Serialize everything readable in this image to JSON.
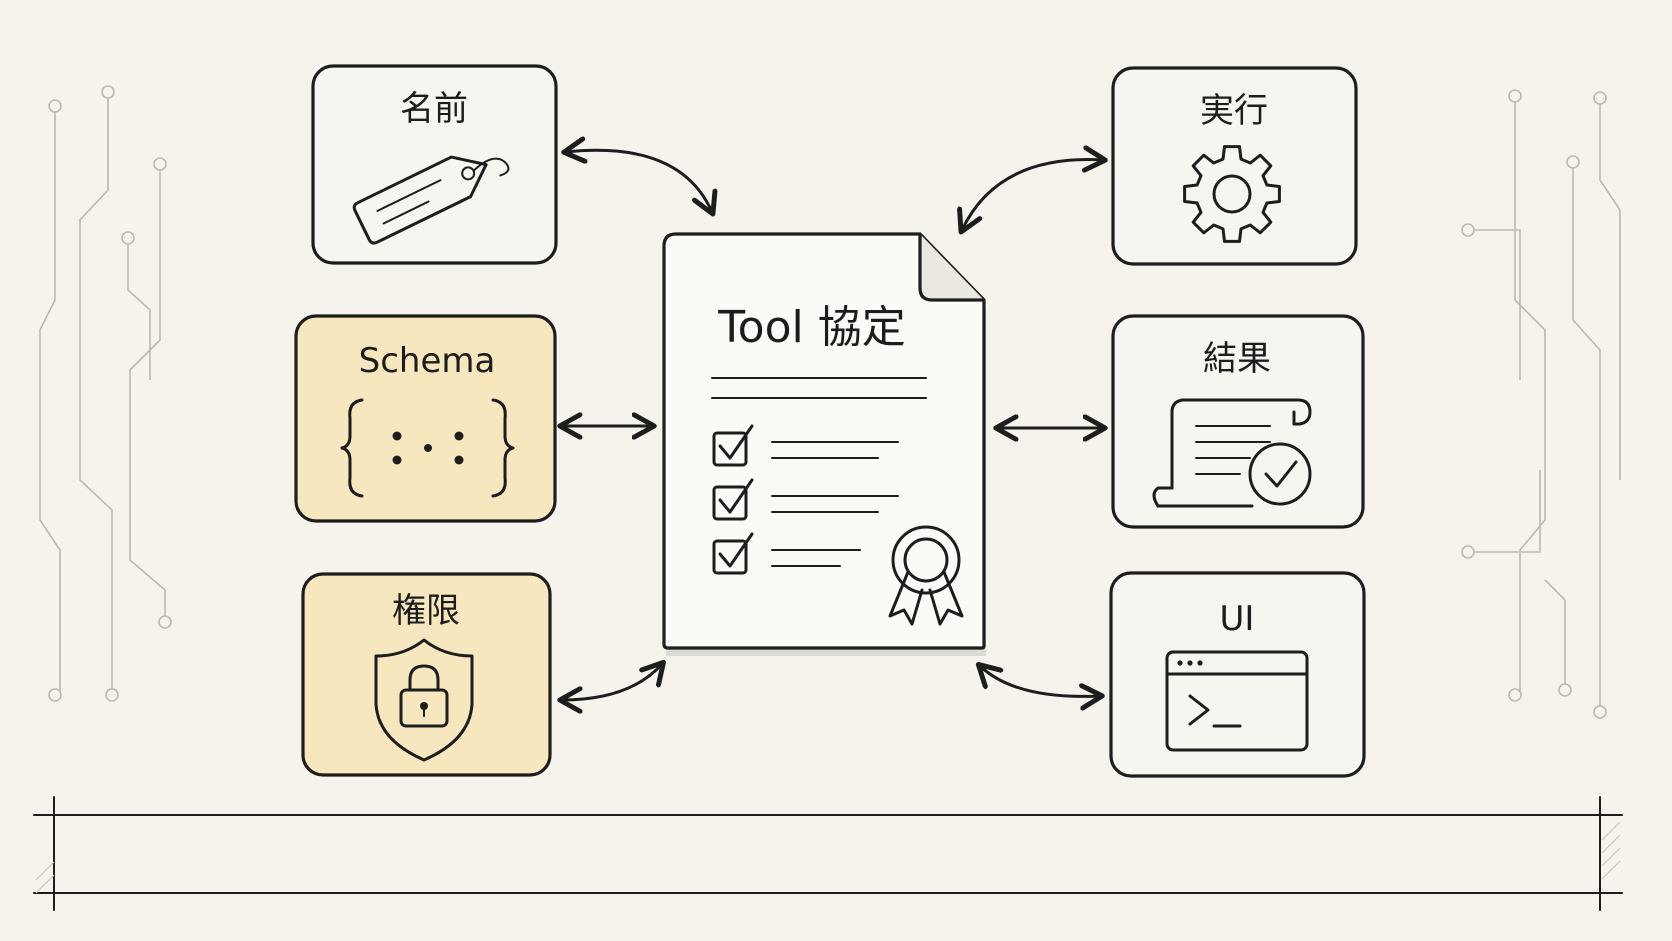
{
  "colors": {
    "background": "#f6f3ec",
    "box_plain": "#f7f5ef",
    "box_highlight": "#f7e7bf",
    "ink": "#1d1d1d"
  },
  "center": {
    "title": "Tool 協定",
    "icon": "contract-document-icon"
  },
  "left_boxes": [
    {
      "label": "名前",
      "icon": "tag-icon",
      "highlight": false
    },
    {
      "label": "Schema",
      "icon": "braces-icon",
      "highlight": true
    },
    {
      "label": "権限",
      "icon": "shield-lock-icon",
      "highlight": true
    }
  ],
  "right_boxes": [
    {
      "label": "実行",
      "icon": "gear-icon",
      "highlight": false
    },
    {
      "label": "結果",
      "icon": "scroll-check-icon",
      "highlight": false
    },
    {
      "label": "UI",
      "icon": "terminal-window-icon",
      "highlight": false
    }
  ]
}
